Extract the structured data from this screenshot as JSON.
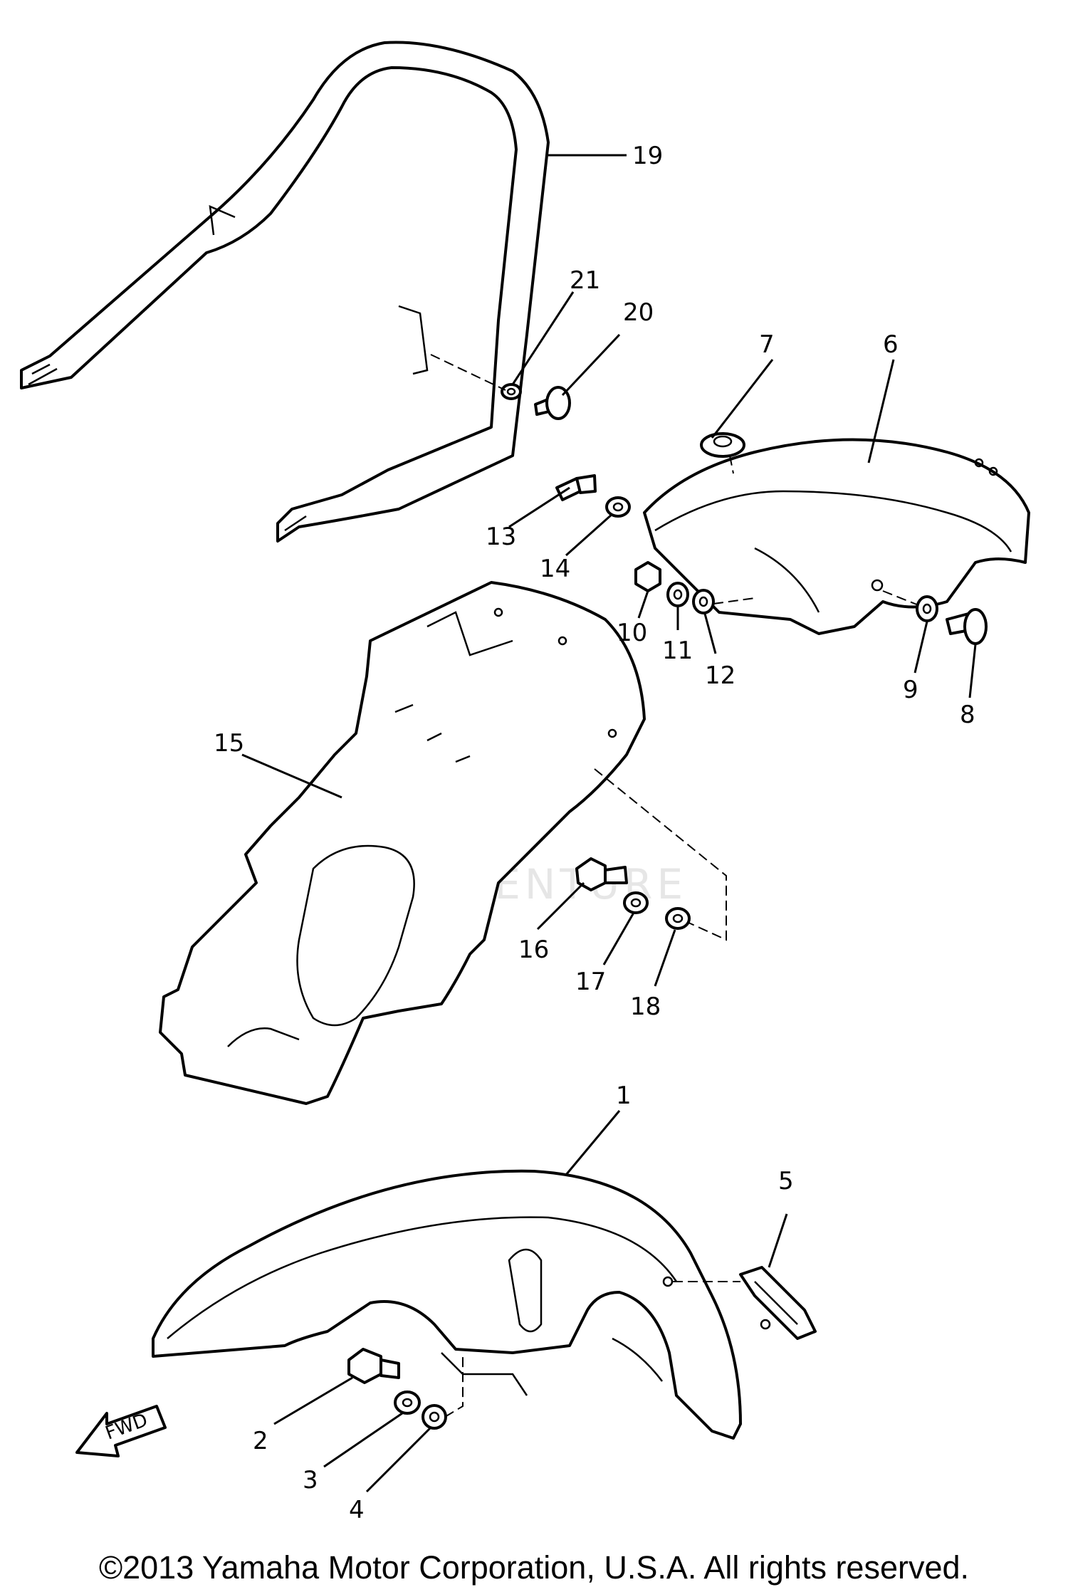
{
  "diagram": {
    "watermark": "LEALVENTURE",
    "fwd_label": "FWD",
    "callouts": [
      {
        "id": "1",
        "label": "1"
      },
      {
        "id": "2",
        "label": "2"
      },
      {
        "id": "3",
        "label": "3"
      },
      {
        "id": "4",
        "label": "4"
      },
      {
        "id": "5",
        "label": "5"
      },
      {
        "id": "6",
        "label": "6"
      },
      {
        "id": "7",
        "label": "7"
      },
      {
        "id": "8",
        "label": "8"
      },
      {
        "id": "9",
        "label": "9"
      },
      {
        "id": "10",
        "label": "10"
      },
      {
        "id": "11",
        "label": "11"
      },
      {
        "id": "12",
        "label": "12"
      },
      {
        "id": "13",
        "label": "13"
      },
      {
        "id": "14",
        "label": "14"
      },
      {
        "id": "15",
        "label": "15"
      },
      {
        "id": "16",
        "label": "16"
      },
      {
        "id": "17",
        "label": "17"
      },
      {
        "id": "18",
        "label": "18"
      },
      {
        "id": "19",
        "label": "19"
      },
      {
        "id": "20",
        "label": "20"
      },
      {
        "id": "21",
        "label": "21"
      }
    ]
  },
  "footer": {
    "copyright": "©2013 Yamaha Motor Corporation, U.S.A. All rights reserved."
  }
}
